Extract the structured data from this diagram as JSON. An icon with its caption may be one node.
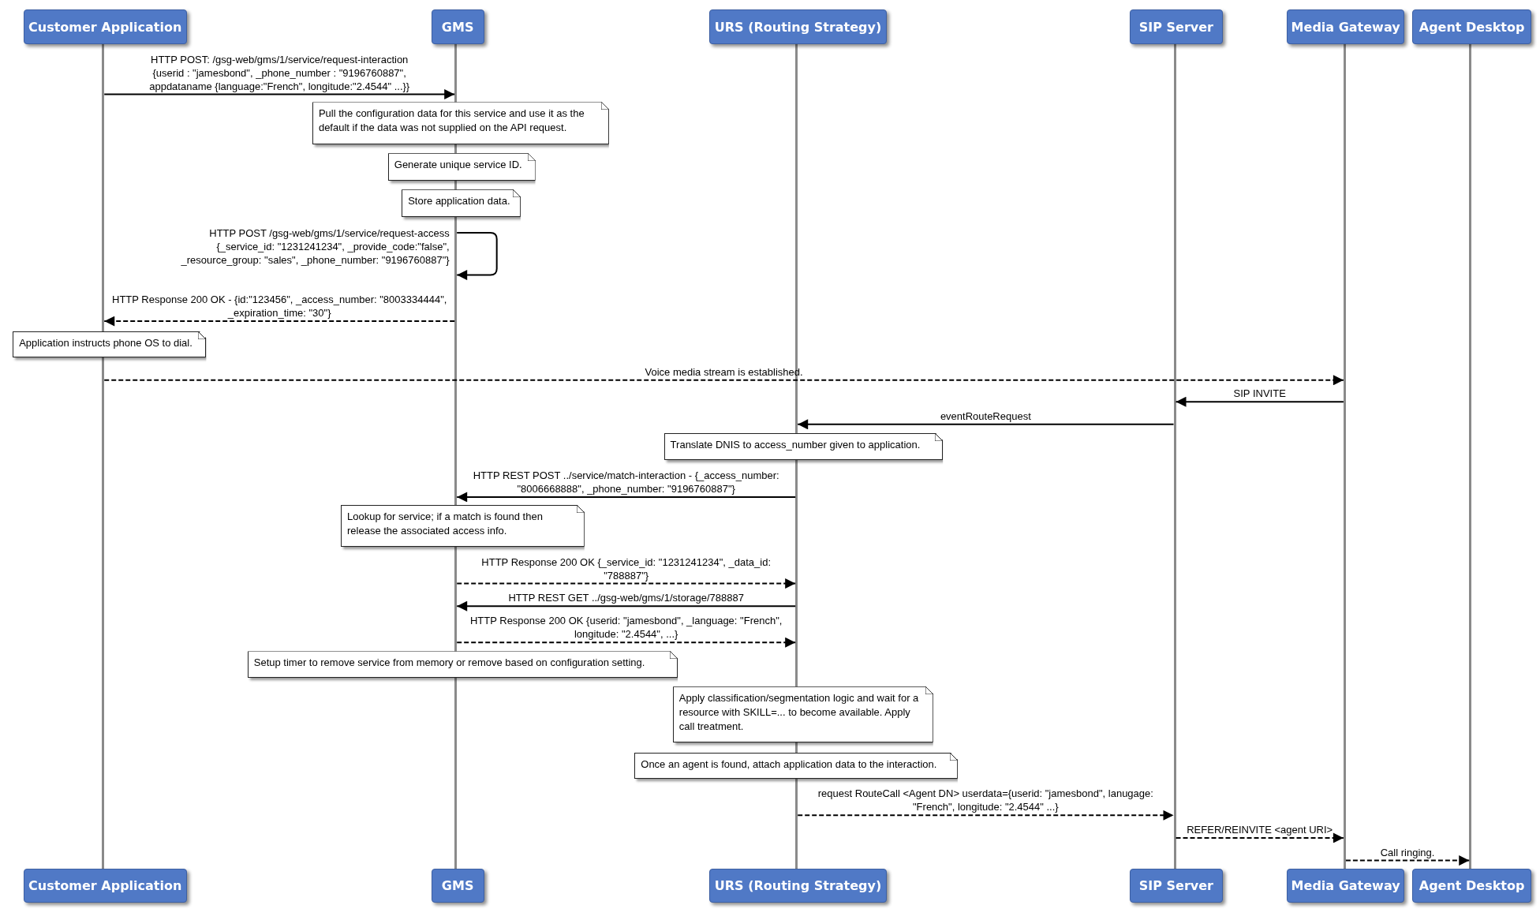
{
  "diagram": {
    "nodes": [
      {
        "text": [
          "Customer Application"
        ]
      },
      {
        "text": [
          "GMS"
        ]
      },
      {
        "text": [
          "URS (Routing Strategy)"
        ]
      },
      {
        "text": [
          "SIP Server"
        ]
      },
      {
        "text": [
          "Media Gateway"
        ]
      },
      {
        "text": [
          "Agent Desktop"
        ]
      },
      {
        "text": [],
        "shape": "bar"
      },
      {
        "text": [],
        "shape": "bar"
      },
      {
        "text": [],
        "shape": "bar"
      },
      {
        "text": [],
        "shape": "bar"
      },
      {
        "text": [],
        "shape": "bar"
      },
      {
        "text": [],
        "shape": "bar"
      },
      {
        "text": [
          "Pull the configuration data for this service and use it as the default if the data was not supplied on the API request."
        ]
      },
      {
        "text": [
          "Generate unique service ID."
        ]
      },
      {
        "text": [
          "Store application data."
        ]
      },
      {
        "text": [
          "Application instructs phone OS to dial."
        ]
      },
      {
        "text": [
          "Translate DNIS to access_number given to application."
        ]
      },
      {
        "text": [
          "Lookup for service; if a match is found then release the associated access info."
        ]
      },
      {
        "text": [
          "Setup timer to remove service from memory or remove based on configuration setting."
        ]
      },
      {
        "text": [
          "Apply classification/segmentation logic and wait for a resource with SKILL=... to become available. Apply call treatment."
        ]
      },
      {
        "text": [
          "Once an agent is found, attach application data to the interaction."
        ]
      },
      {
        "text": [
          "Customer Application"
        ]
      },
      {
        "text": [
          "GMS"
        ]
      },
      {
        "text": [
          "URS (Routing Strategy)"
        ]
      },
      {
        "text": [
          "SIP Server"
        ]
      },
      {
        "text": [
          "Media Gateway"
        ]
      },
      {
        "text": [
          "Agent Desktop"
        ]
      }
    ],
    "edges": [
      {
        "from": 6,
        "to": 7,
        "arrow": "to",
        "label": "HTTP POST: /gsg-web/gms/1/service/request-interaction {userid : \"jamesbond\", _phone_number : \"9196760887\", appdataname {language:\"French\", longitude:\"2.4544\" ...}}"
      },
      {
        "from": 7,
        "to": 7,
        "arrow": "to",
        "label": "HTTP POST /gsg-web/gms/1/service/request-access {_service_id: \"1231241234\", _provide_code:\"false\", _resource_group: \"sales\", _phone_number: \"9196760887\"}"
      },
      {
        "from": 7,
        "to": 6,
        "arrow": "to",
        "style": "dashed",
        "label": "HTTP Response 200 OK - {id:\"123456\", _access_number: \"8003334444\", _expiration_time: \"30\"}"
      },
      {
        "from": 6,
        "to": 10,
        "arrow": "to",
        "style": "dashed",
        "label": "Voice media stream is established."
      },
      {
        "from": 10,
        "to": 9,
        "arrow": "to",
        "label": "SIP INVITE"
      },
      {
        "from": 9,
        "to": 8,
        "arrow": "to",
        "label": "eventRouteRequest"
      },
      {
        "from": 8,
        "to": 7,
        "arrow": "to",
        "label": "HTTP REST POST ../service/match-interaction - {_access_number: \"8006668888\", _phone_number: \"9196760887\"}"
      },
      {
        "from": 7,
        "to": 8,
        "arrow": "to",
        "style": "dashed",
        "label": "HTTP Response 200 OK {_service_id: \"1231241234\", _data_id: \"788887\"}"
      },
      {
        "from": 8,
        "to": 7,
        "arrow": "to",
        "label": "HTTP REST GET ../gsg-web/gms/1/storage/788887"
      },
      {
        "from": 7,
        "to": 8,
        "arrow": "to",
        "style": "dashed",
        "label": "HTTP Response 200 OK {userid: \"jamesbond\", _language: \"French\", longitude: \"2.4544\", ...}"
      },
      {
        "from": 8,
        "to": 9,
        "arrow": "to",
        "style": "dashed",
        "label": "request RouteCall <Agent DN> userdata={userid: \"jamesbond\", lanugage: \"French\", longitude: \"2.4544\" ...}"
      },
      {
        "from": 9,
        "to": 10,
        "arrow": "to",
        "style": "dashed",
        "label": "REFER/REINVITE <agent URI>"
      },
      {
        "from": 10,
        "to": 11,
        "arrow": "to",
        "style": "dashed",
        "label": "Call ringing."
      }
    ]
  }
}
